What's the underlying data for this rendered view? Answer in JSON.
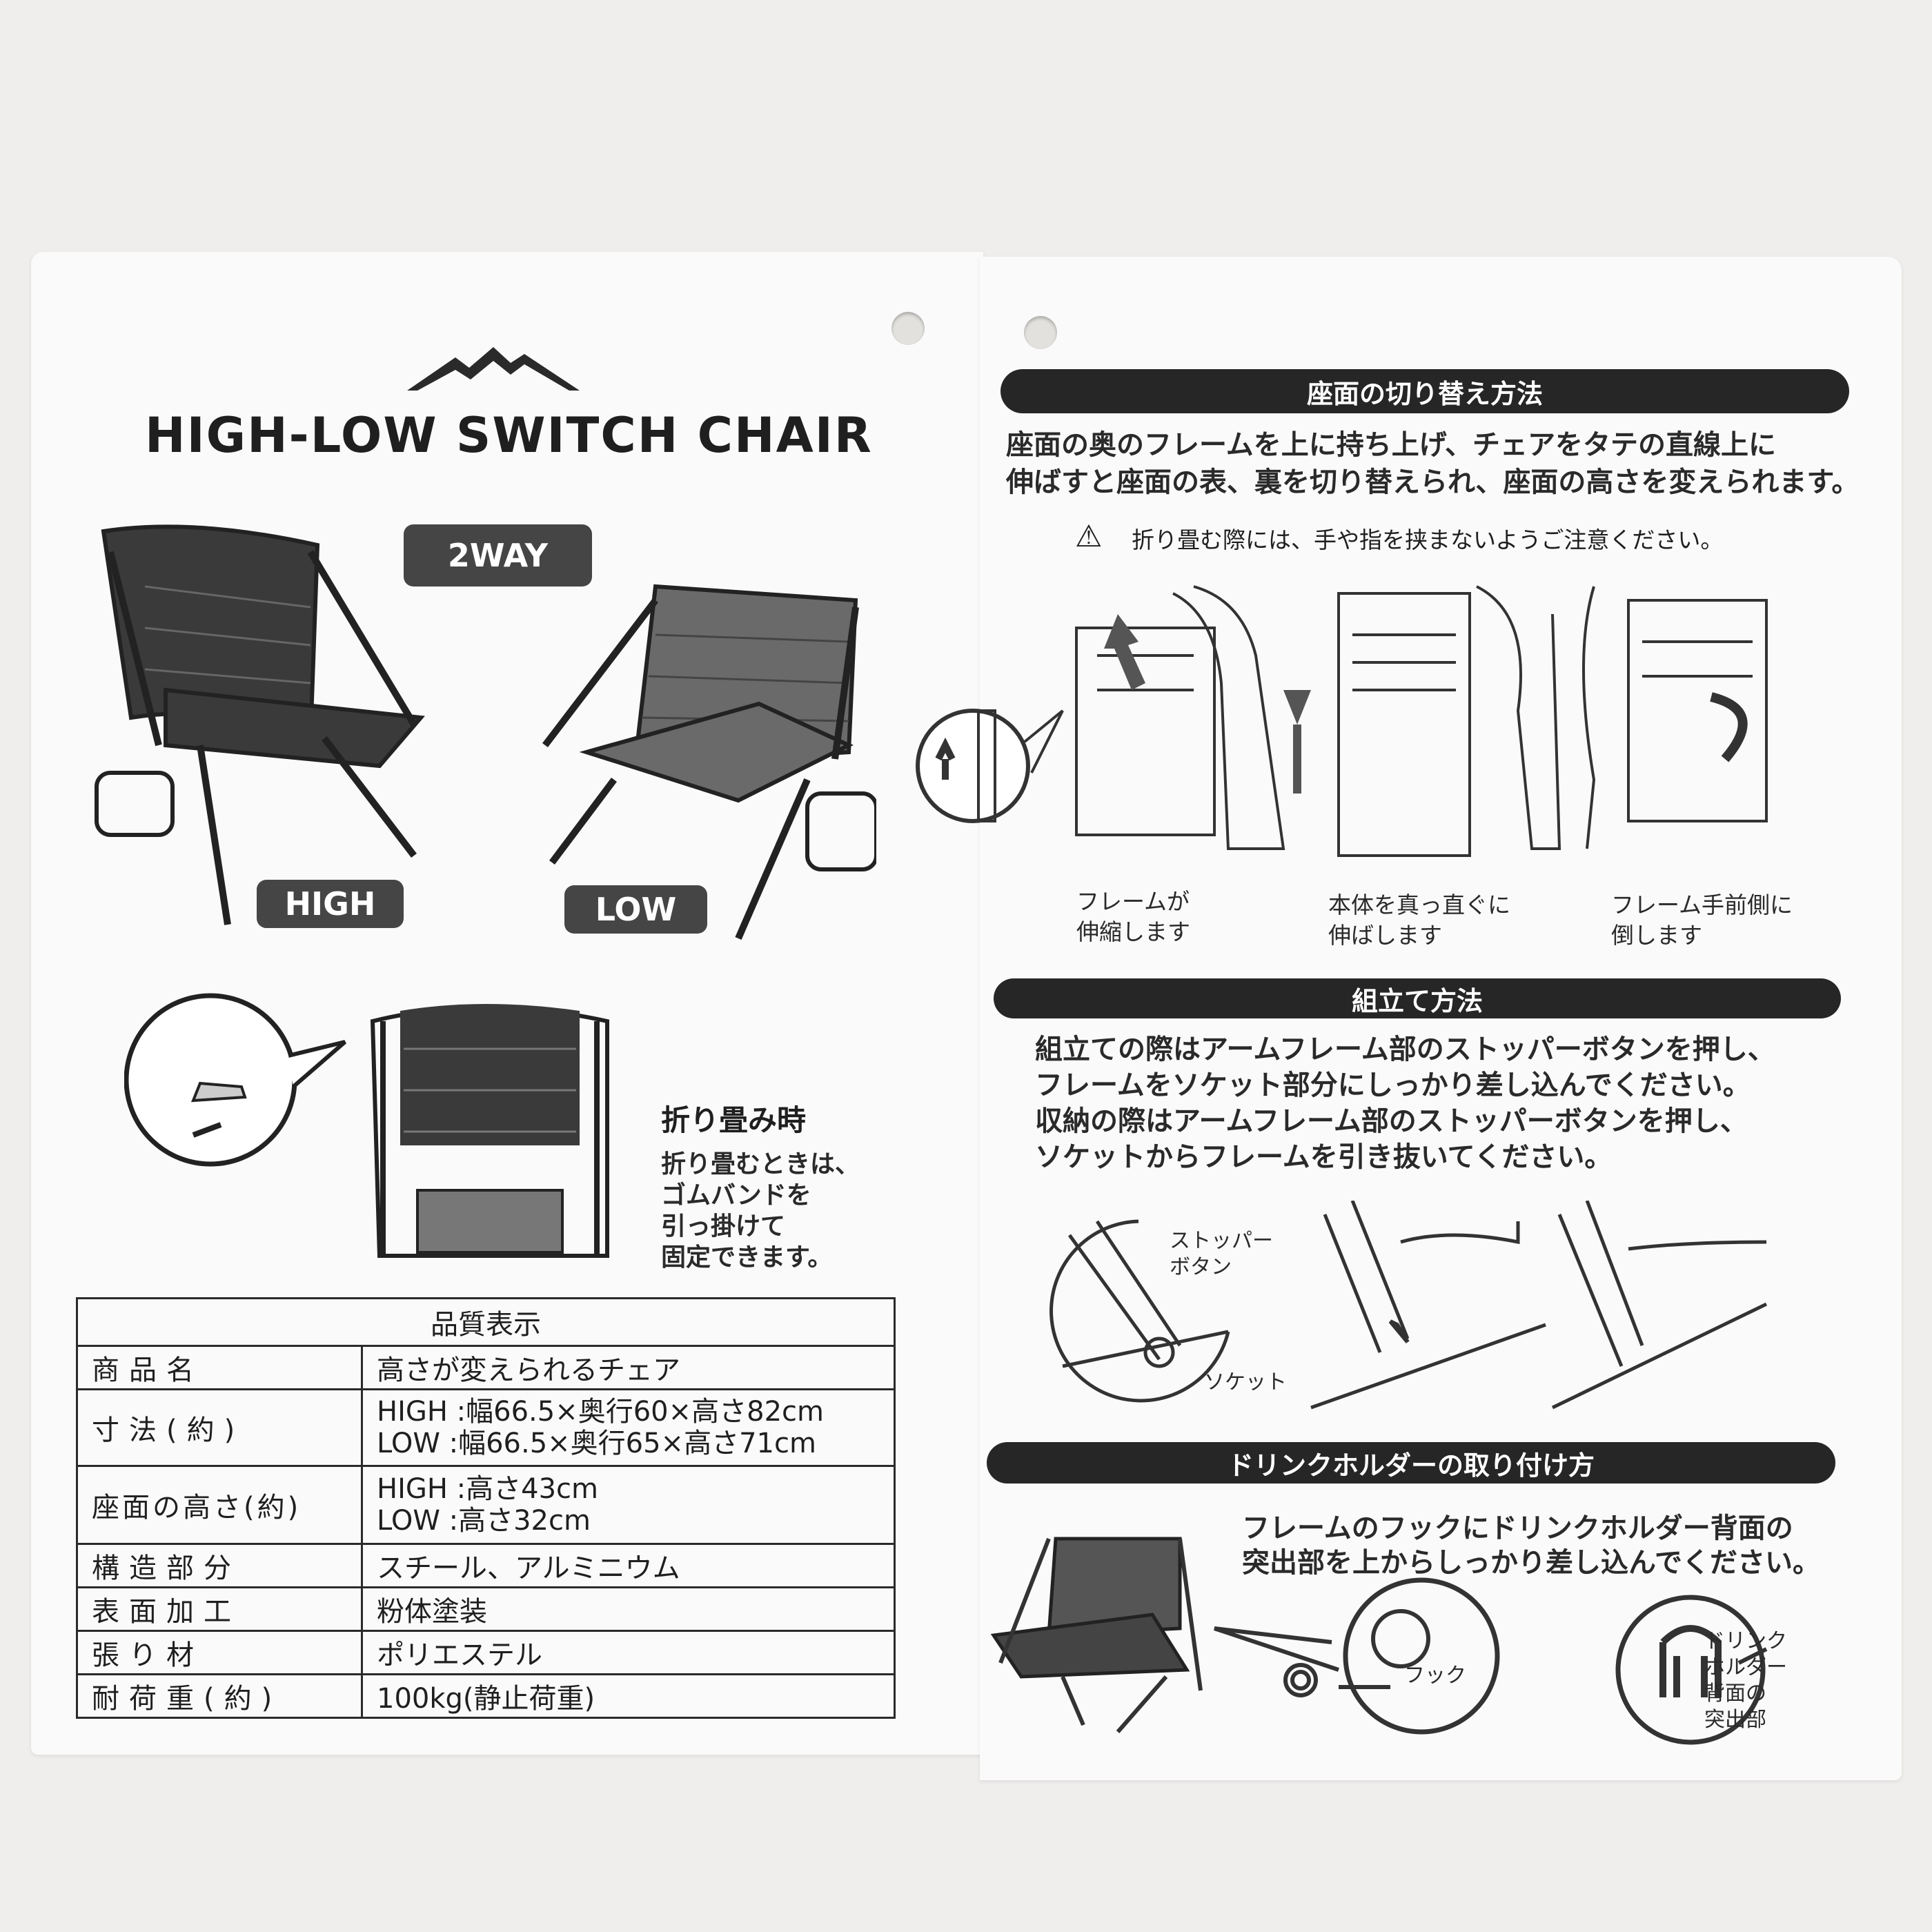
{
  "left": {
    "title": "HIGH-LOW SWITCH CHAIR",
    "badge_2way": "2WAY",
    "badge_high": "HIGH",
    "badge_low": "LOW",
    "folded": {
      "heading": "折り畳み時",
      "lines": [
        "折り畳むときは、",
        "ゴムバンドを",
        "引っ掛けて",
        "固定できます。"
      ]
    },
    "table": {
      "header": "品質表示",
      "rows": [
        {
          "key": "商品名",
          "value": [
            "高さが変えられるチェア"
          ]
        },
        {
          "key": "寸法(約)",
          "value": [
            "HIGH :幅66.5×奥行60×高さ82cm",
            "LOW :幅66.5×奥行65×高さ71cm"
          ]
        },
        {
          "key": "座面の高さ(約)",
          "value": [
            "HIGH :高さ43cm",
            "LOW :高さ32cm"
          ]
        },
        {
          "key": "構造部分",
          "value": [
            "スチール、アルミニウム"
          ]
        },
        {
          "key": "表面加工",
          "value": [
            "粉体塗装"
          ]
        },
        {
          "key": "張り材",
          "value": [
            "ポリエステル"
          ]
        },
        {
          "key": "耐荷重(約)",
          "value": [
            "100kg(静止荷重)"
          ]
        }
      ]
    }
  },
  "right": {
    "section1": {
      "title": "座面の切り替え方法",
      "lines": [
        "座面の奥のフレームを上に持ち上げ、チェアをタテの直線上に",
        "伸ばすと座面の表、裏を切り替えられ、座面の高さを変えられます。"
      ],
      "warning": "折り畳む際には、手や指を挟まないようご注意ください。",
      "captions": [
        [
          "フレームが",
          "伸縮します"
        ],
        [
          "本体を真っ直ぐに",
          "伸ばします"
        ],
        [
          "フレーム手前側に",
          "倒します"
        ]
      ]
    },
    "section2": {
      "title": "組立て方法",
      "lines": [
        "組立ての際はアームフレーム部のストッパーボタンを押し、",
        "フレームをソケット部分にしっかり差し込んでください。",
        "収納の際はアームフレーム部のストッパーボタンを押し、",
        "ソケットからフレームを引き抜いてください。"
      ],
      "label_stopper": [
        "ストッパー",
        "ボタン"
      ],
      "label_socket": "ソケット"
    },
    "section3": {
      "title": "ドリンクホルダーの取り付け方",
      "lines": [
        "フレームのフックにドリンクホルダー背面の",
        "突出部を上からしっかり差し込んでください。"
      ],
      "label_hook": "フック",
      "label_protrusion": [
        "ドリンク",
        "ホルダー",
        "背面の",
        "突出部"
      ]
    }
  },
  "colors": {
    "background": "#efeeec",
    "card": "#fafafa",
    "bar": "#262626",
    "badge": "#454545"
  }
}
